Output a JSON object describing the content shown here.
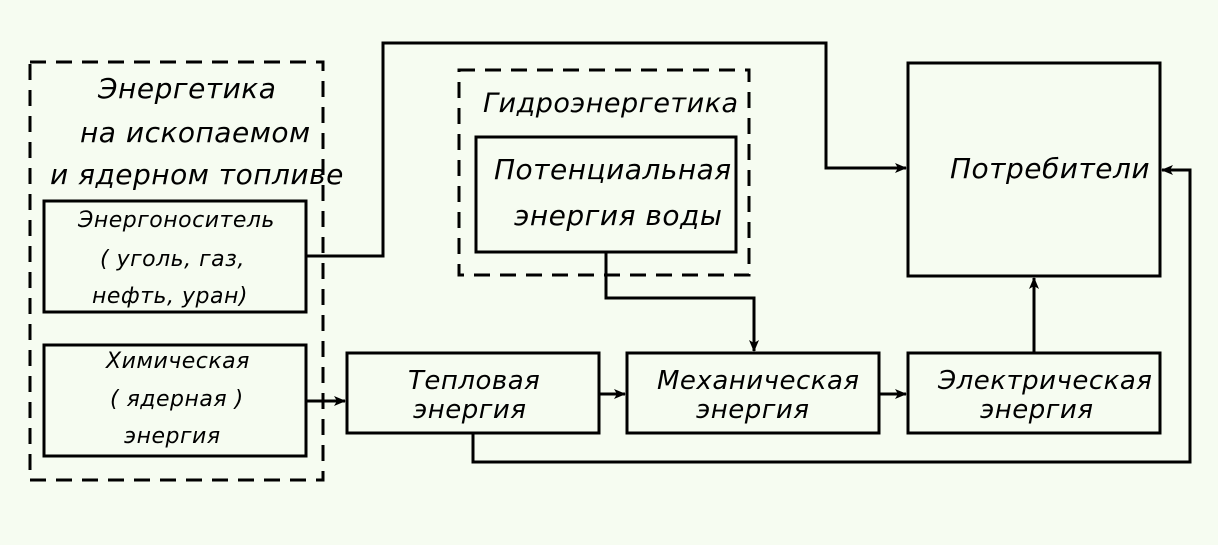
{
  "colors": {
    "background": "#f6fcf1",
    "line": "#000000"
  },
  "groups": {
    "fossil": {
      "title_line1": "Энергетика",
      "title_line2": "на ископаемом",
      "title_line3": "и ядерном топливе"
    },
    "hydro": {
      "title": "Гидроэнергетика"
    }
  },
  "boxes": {
    "carrier": {
      "line1": "Энергоноситель",
      "line2": "( уголь, газ,",
      "line3": "нефть, уран)"
    },
    "chemical": {
      "line1": "Химическая",
      "line2": "( ядерная )",
      "line3": "энергия"
    },
    "potential": {
      "line1": "Потенциальная",
      "line2": "энергия воды"
    },
    "consumers": {
      "line1": "Потребители"
    },
    "thermal": {
      "line1": "Тепловая",
      "line2": "энергия"
    },
    "mechanical": {
      "line1": "Механическая",
      "line2": "энергия"
    },
    "electrical": {
      "line1": "Электрическая",
      "line2": "энергия"
    }
  }
}
